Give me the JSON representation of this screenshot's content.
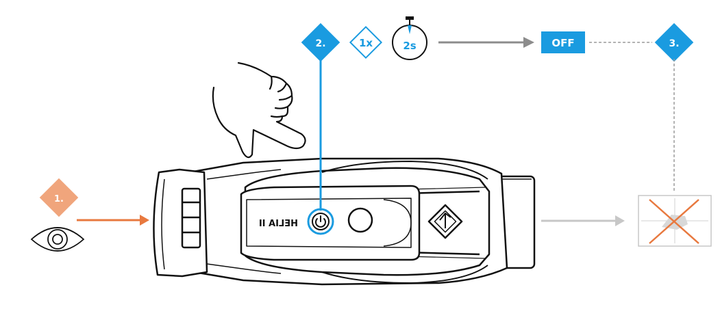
{
  "steps": {
    "step1_label": "1.",
    "step2_label": "2.",
    "step3_label": "3.",
    "step1_color": "#F0A57C",
    "step_color": "#1A9BE0"
  },
  "press": {
    "count_label": "1x",
    "duration_label": "2s"
  },
  "result": {
    "off_label": "OFF"
  },
  "device": {
    "body_text": "HELIA II"
  },
  "icons": {
    "eye": "eye-icon",
    "hand": "hand-pointer-icon",
    "stopwatch": "stopwatch-icon",
    "power": "power-button-icon",
    "screen_off": "screen-off-icon"
  },
  "colors": {
    "arrow_gray": "#8C8C8C",
    "arrow_light": "#C7C7C7",
    "orange": "#E8793F",
    "dash_gray": "#9A9A9A",
    "outline": "#111111"
  }
}
